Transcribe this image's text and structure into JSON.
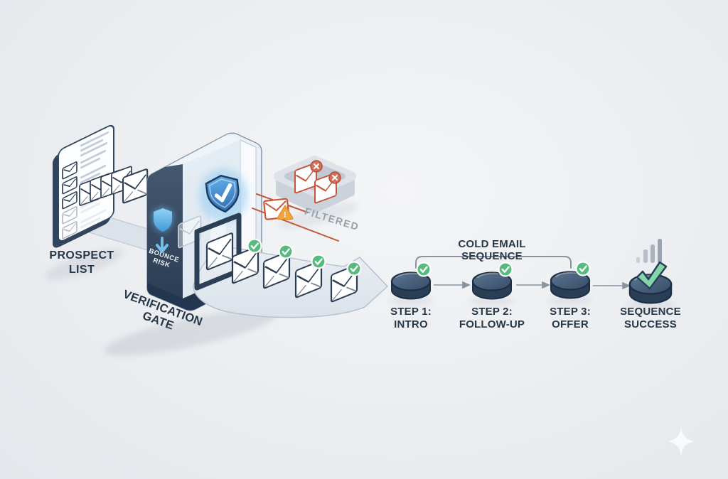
{
  "prospect_list": {
    "label": [
      "PROSPECT",
      "LIST"
    ]
  },
  "verification_gate": {
    "label": [
      "VERIFICATION",
      "GATE"
    ],
    "panel_label": [
      "BOUNCE",
      "RISK"
    ]
  },
  "filtered": {
    "label": "FILTERED",
    "warning_char": "!"
  },
  "sequence": {
    "title": "COLD EMAIL SEQUENCE",
    "steps": [
      {
        "line1": "STEP 1:",
        "line2": "INTRO"
      },
      {
        "line1": "STEP 2:",
        "line2": "FOLLOW-UP"
      },
      {
        "line1": "STEP 3:",
        "line2": "OFFER"
      }
    ],
    "result": {
      "line1": "SEQUENCE",
      "line2": "SUCCESS"
    }
  },
  "colors": {
    "navy": "#2c3e54",
    "blue_shield": "#3f8fd6",
    "green_check": "#56bb7d",
    "red_filtered": "#c4563a",
    "orange_warning": "#f2a43d",
    "gray_label": "#98a1ab"
  }
}
